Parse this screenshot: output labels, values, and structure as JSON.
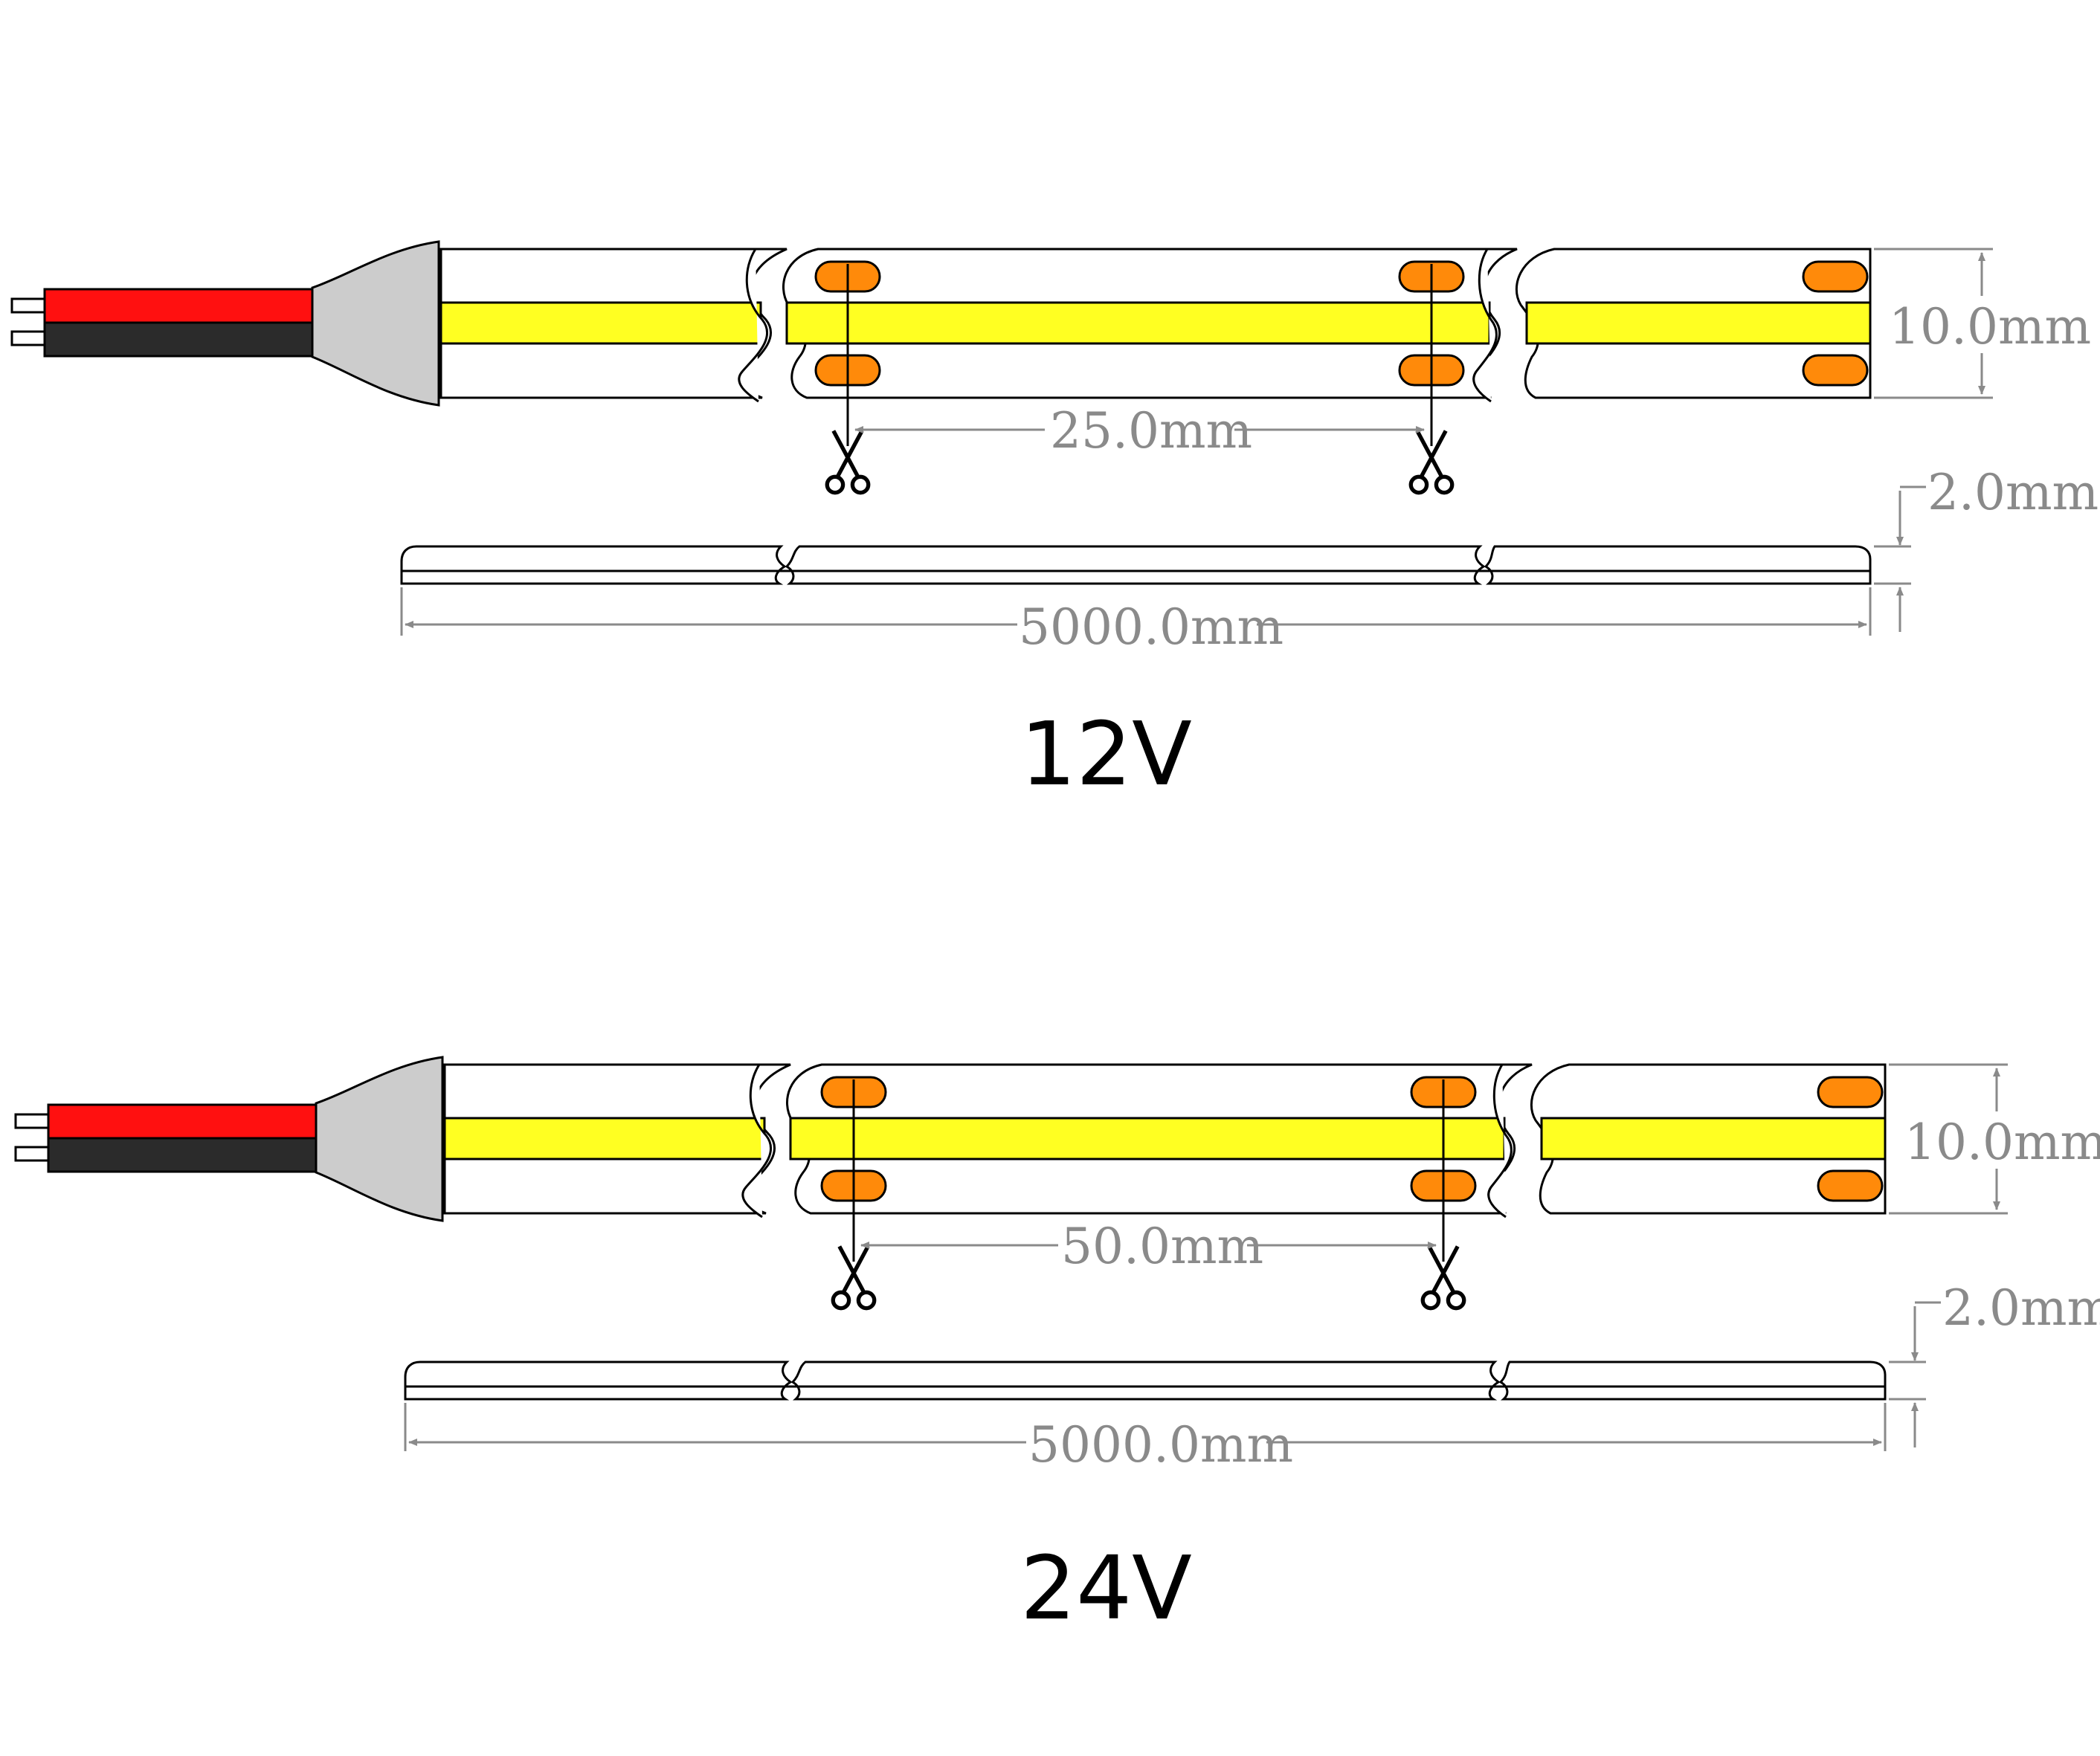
{
  "colors": {
    "wire_red": "#ff1010",
    "wire_black": "#2b2b2b",
    "connector_gray": "#cccccc",
    "light_strip": "#ffff22",
    "led_pad": "#ff8a0a",
    "dimension_gray": "#8a8a8a"
  },
  "icons": {
    "cut_mark": "scissors-icon"
  },
  "diagrams": [
    {
      "voltage_label": "12V",
      "width_label": "10.0mm",
      "cut_pitch_label": "25.0mm",
      "thickness_label": "2.0mm",
      "length_label": "5000.0mm"
    },
    {
      "voltage_label": "24V",
      "width_label": "10.0mm",
      "cut_pitch_label": "50.0mm",
      "thickness_label": "2.0mm",
      "length_label": "5000.0mm"
    }
  ]
}
